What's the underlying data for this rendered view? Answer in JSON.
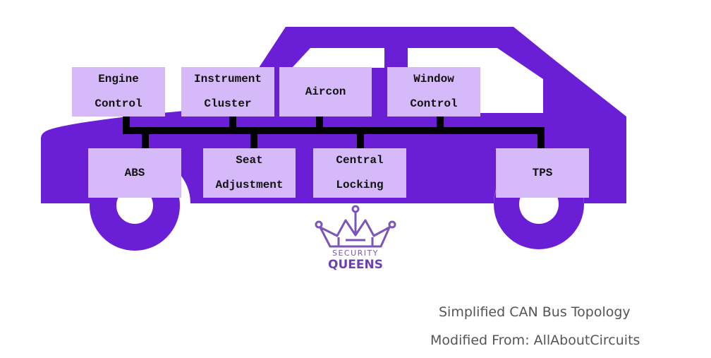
{
  "colors": {
    "car_body": "#6a1fd6",
    "node_fill": "#d5b9f8",
    "bus_line": "#000000",
    "logo": "#7b55b8"
  },
  "nodes": {
    "engine_control": {
      "line1": "Engine",
      "line2": "Control"
    },
    "instrument_cluster": {
      "line1": "Instrument",
      "line2": "Cluster"
    },
    "aircon": {
      "label": "Aircon"
    },
    "window_control": {
      "line1": "Window",
      "line2": "Control"
    },
    "abs": {
      "label": "ABS"
    },
    "seat_adjustment": {
      "line1": "Seat",
      "line2": "Adjustment"
    },
    "central_locking": {
      "line1": "Central",
      "line2": "Locking"
    },
    "tps": {
      "label": "TPS"
    }
  },
  "logo": {
    "line1": "SECURITY",
    "line2": "QUEENS",
    "icon": "crown-circuit-icon"
  },
  "captions": {
    "title": "Simplified CAN Bus Topology",
    "source": "Modified From: AllAboutCircuits"
  }
}
